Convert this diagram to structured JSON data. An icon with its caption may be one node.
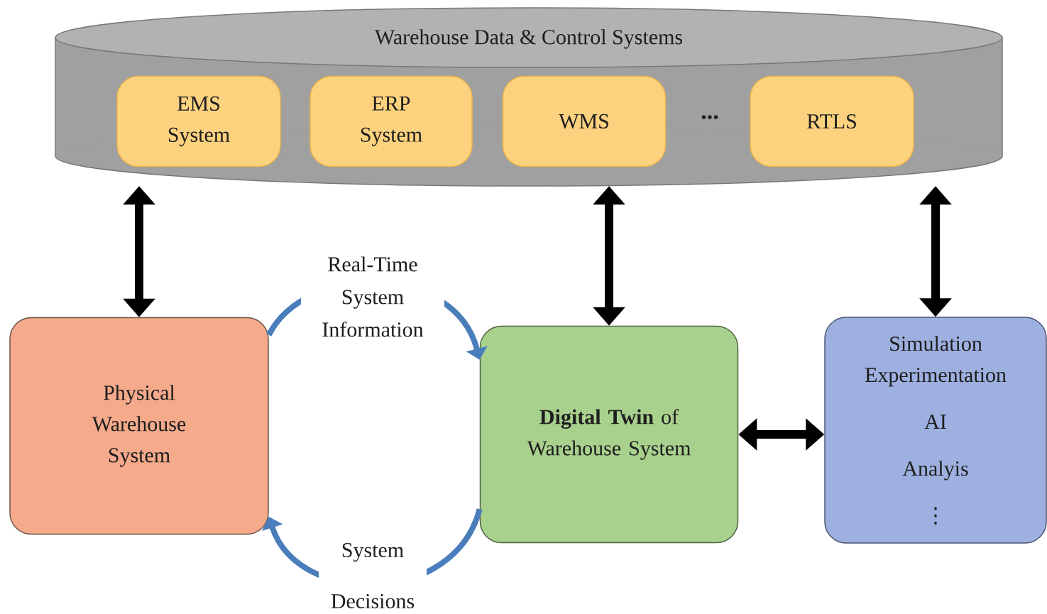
{
  "diagram": {
    "nodes": [
      {
        "text": [
          "Warehouse Data & Control Systems"
        ]
      },
      {
        "text": [
          "EMS System"
        ],
        "in": 0
      },
      {
        "text": [
          "ERP System"
        ],
        "in": 0
      },
      {
        "text": [
          "WMS"
        ],
        "in": 0
      },
      {
        "text": [
          "RTLS"
        ],
        "in": 0
      },
      {
        "text": [
          "Physical Warehouse System"
        ]
      },
      {
        "text": [
          "**Digital Twin** of Warehouse System"
        ]
      },
      {
        "text": [
          "Simulation Experimentation",
          "AI",
          "Analyis",
          "⋮"
        ]
      }
    ],
    "edges": [
      {
        "from": 0,
        "to": 5,
        "arrow": "both"
      },
      {
        "from": 0,
        "to": 6,
        "arrow": "both"
      },
      {
        "from": 0,
        "to": 7,
        "arrow": "both"
      },
      {
        "from": 6,
        "to": 7,
        "arrow": "both"
      },
      {
        "from": 5,
        "to": 6,
        "arrow": "to",
        "label": "Real-Time System Information",
        "color": "#4a7ebb"
      },
      {
        "from": 6,
        "to": 5,
        "arrow": "to",
        "label": "System Decisions",
        "color": "#4a7ebb"
      }
    ],
    "labels": [
      "..."
    ]
  }
}
